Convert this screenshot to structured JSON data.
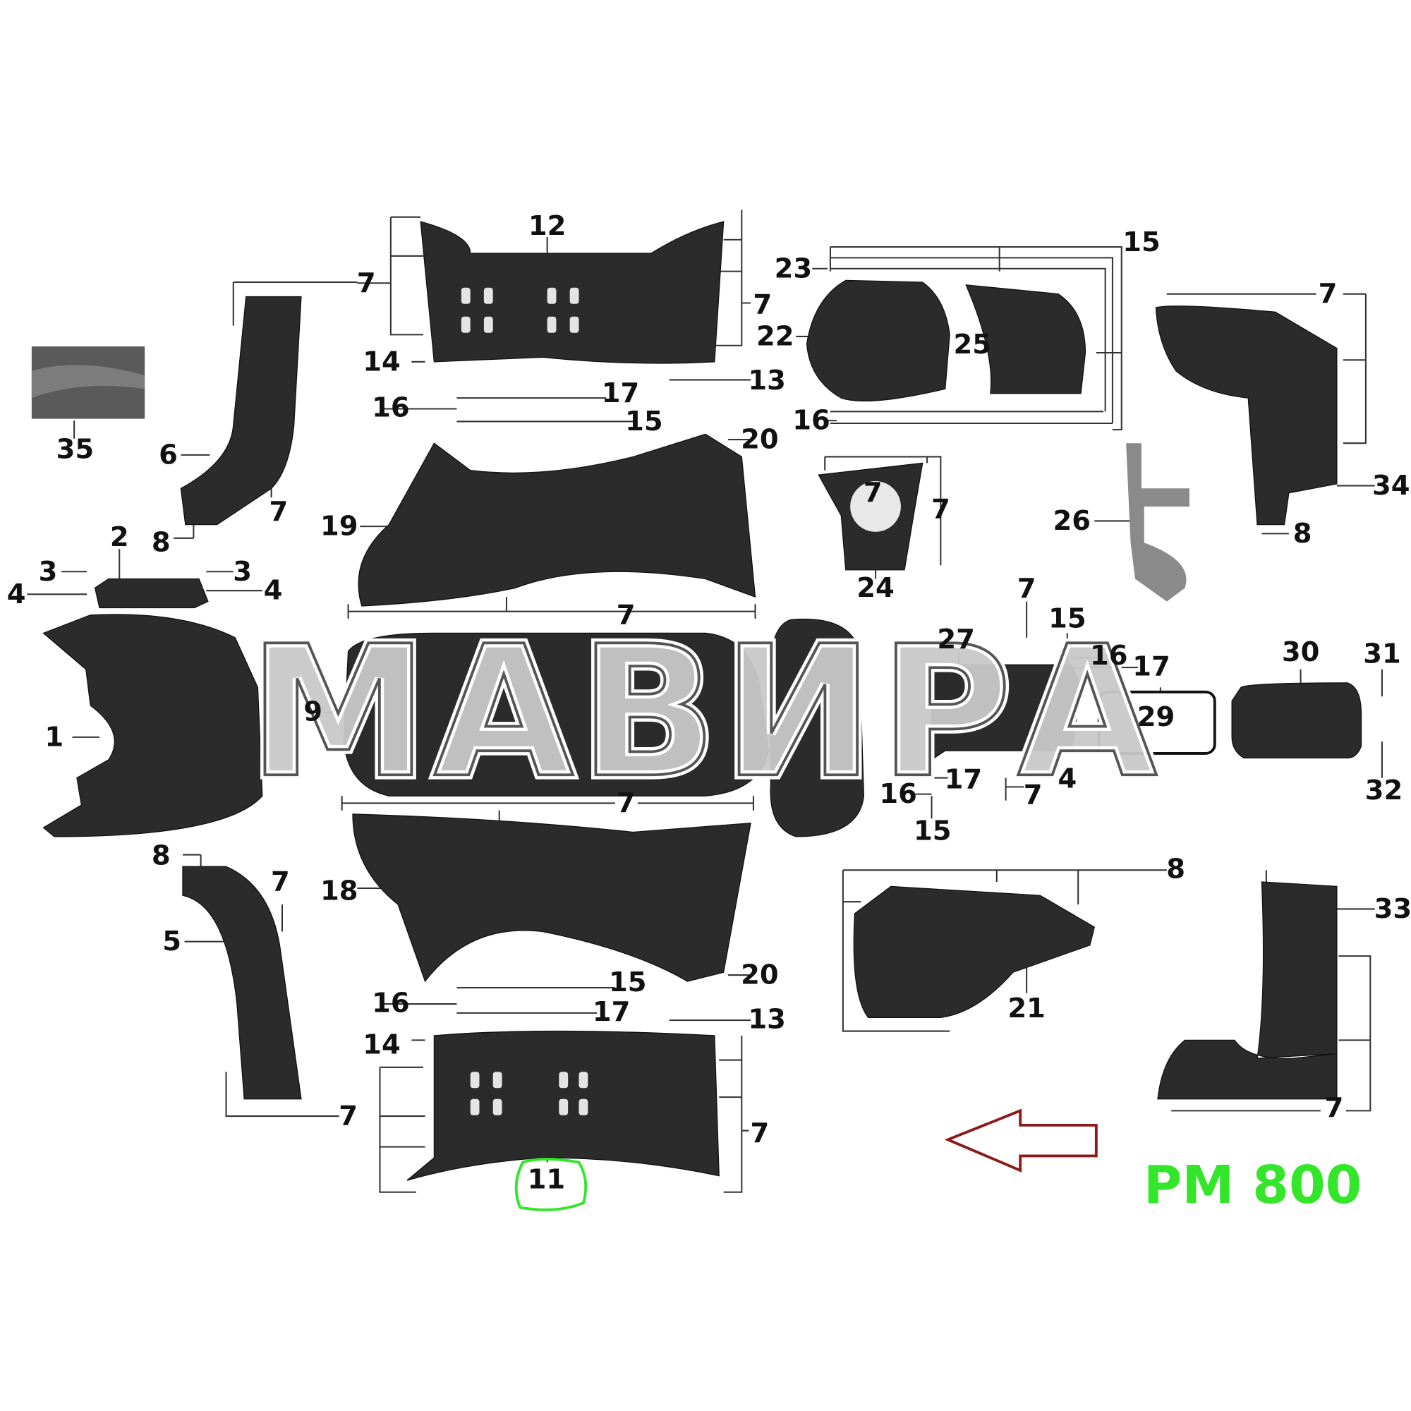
{
  "watermark": "МАВИРА",
  "model": "PM 800",
  "highlighted_part": "11",
  "colors": {
    "model_text": "#33e62a",
    "highlight_circle": "#33e62a",
    "arrow": "#8b1a1a",
    "parts": "#2b2b2b",
    "watermark": "#c8c8c8"
  },
  "callouts": [
    "12",
    "7",
    "7",
    "14",
    "13",
    "16",
    "17",
    "15",
    "35",
    "6",
    "7",
    "8",
    "2",
    "3",
    "3",
    "4",
    "4",
    "19",
    "20",
    "1",
    "9",
    "7",
    "7",
    "18",
    "20",
    "8",
    "7",
    "5",
    "15",
    "16",
    "17",
    "13",
    "14",
    "7",
    "7",
    "11",
    "23",
    "15",
    "22",
    "25",
    "16",
    "7",
    "7",
    "24",
    "26",
    "7",
    "34",
    "8",
    "7",
    "27",
    "15",
    "16",
    "17",
    "29",
    "30",
    "31",
    "32",
    "16",
    "17",
    "15",
    "4",
    "7",
    "8",
    "33",
    "21",
    "7"
  ]
}
